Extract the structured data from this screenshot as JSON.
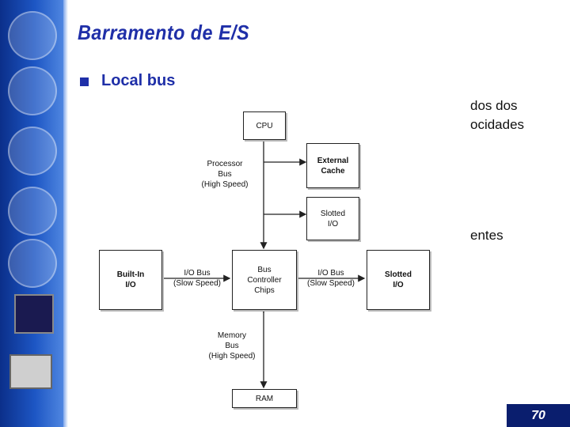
{
  "slide": {
    "title": "Barramento de E/S",
    "bullet": "Local bus",
    "page_number": "70",
    "partial_text": [
      "dos dos",
      "ocidades",
      "entes"
    ]
  },
  "diagram": {
    "cpu": "CPU",
    "processor_bus": "Processor\nBus\n(High Speed)",
    "external_cache": "External\nCache",
    "slotted_io_top": "Slotted\nI/O",
    "built_in_io": "Built-In\nI/O",
    "io_bus_left": "I/O Bus\n(Slow Speed)",
    "bus_controller": "Bus\nController\nChips",
    "io_bus_right": "I/O Bus\n(Slow Speed)",
    "slotted_io_right": "Slotted\nI/O",
    "memory_bus": "Memory\nBus\n(High Speed)",
    "ram": "RAM"
  },
  "colors": {
    "title": "#1f2fa8",
    "sidebar": "#1d56c4",
    "page_box": "#0a1e6e"
  },
  "sidebar_icons": [
    "mouse-icon",
    "hard-disk-icon",
    "cable-icon",
    "floppy-disk-icon",
    "cd-disc-icon",
    "intel-pentium-chip-icon",
    "computer-icon"
  ]
}
